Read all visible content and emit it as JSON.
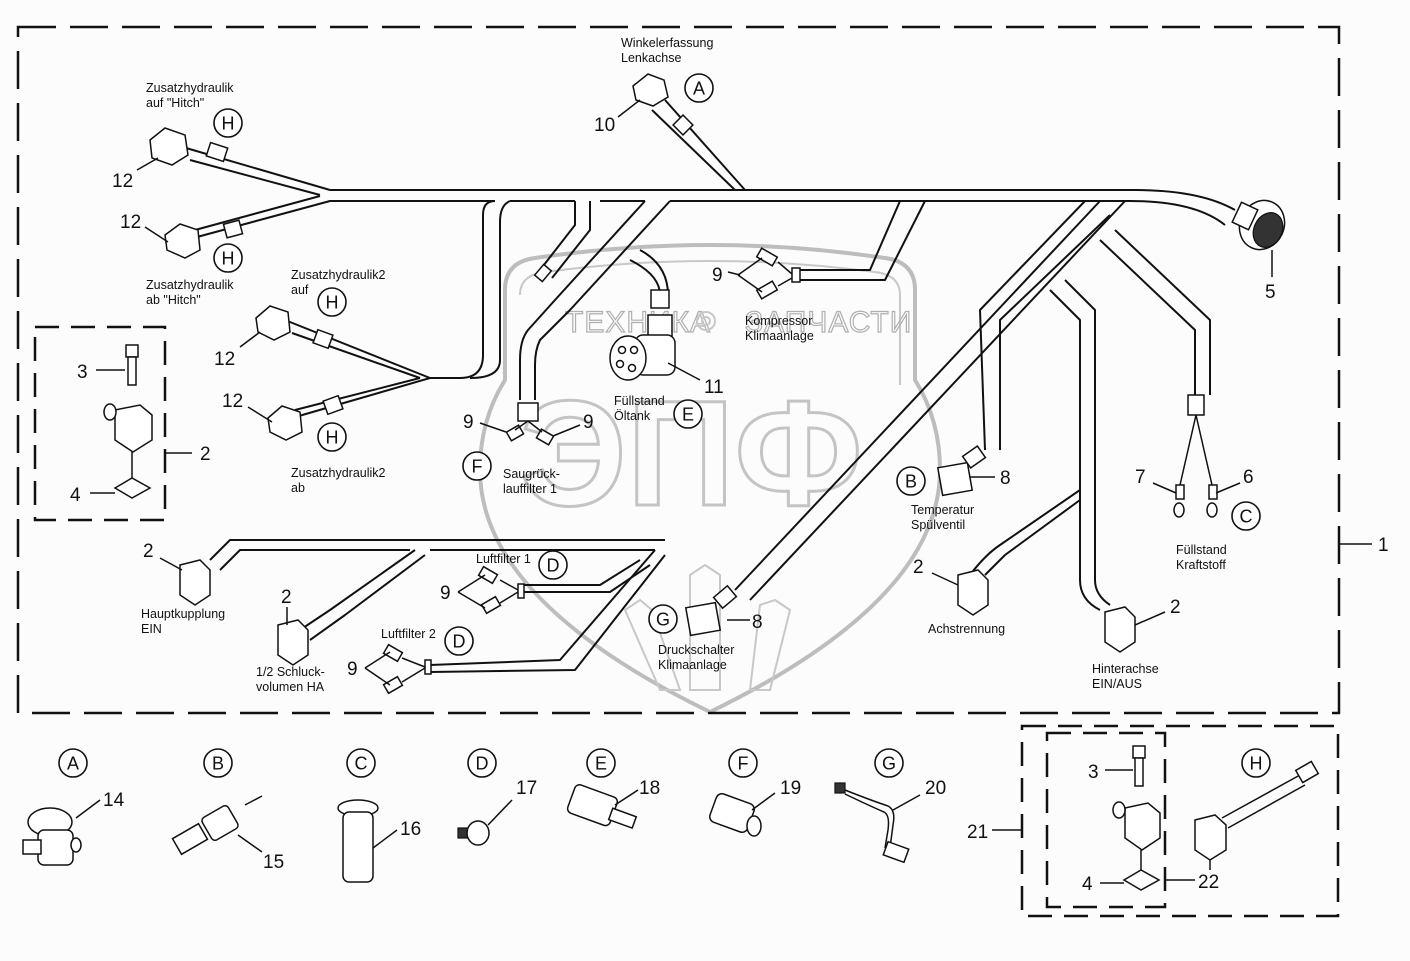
{
  "title": "Kabelbaum Hydraulik / Sensoren",
  "watermark": {
    "top_left": "ТЕХНИКА",
    "top_right": "ЗАПЧАСТИ",
    "big": "ЭПФ"
  },
  "main_assembly": {
    "callout": "1"
  },
  "callouts": {
    "c2_box": "2",
    "c3_box": "3",
    "c4_box": "4",
    "c5": "5",
    "c6": "6",
    "c7": "7",
    "c8_temp": "8",
    "c8_druck": "8",
    "c9_kompressor": "9",
    "c9_saug_left": "9",
    "c9_saug_right": "9",
    "c9_luft1": "9",
    "c9_luft2": "9",
    "c10": "10",
    "c11": "11",
    "c12_hitch_auf": "12",
    "c12_hitch_ab": "12",
    "c12_zh2_auf": "12",
    "c12_zh2_ab": "12",
    "c2_hauptkupplung": "2",
    "c2_schluck": "2",
    "c2_achs": "2",
    "c2_hinterachse": "2"
  },
  "labels": {
    "winkelerfassung": [
      "Winkelerfassung",
      "Lenkachse"
    ],
    "zh_auf_hitch": [
      "Zusatzhydraulik",
      "auf \"Hitch\""
    ],
    "zh_ab_hitch": [
      "Zusatzhydraulik",
      "ab \"Hitch\""
    ],
    "zh2_auf": [
      "Zusatzhydraulik2",
      "auf"
    ],
    "zh2_ab": [
      "Zusatzhydraulik2",
      "ab"
    ],
    "kompressor": [
      "Kompressor",
      "Klimaanlage"
    ],
    "fuellstand_oel": [
      "Füllstand",
      "Öltank"
    ],
    "saugrueck": [
      "Saugrück-",
      "lauffilter 1"
    ],
    "temperatur": [
      "Temperatur",
      "Spülventil"
    ],
    "fuellstand_kraftstoff": [
      "Füllstand",
      "Kraftstoff"
    ],
    "hauptkupplung": [
      "Hauptkupplung",
      "EIN"
    ],
    "schluckvolumen": [
      "1/2 Schluck-",
      "volumen HA"
    ],
    "luftfilter1": "Luftfilter 1",
    "luftfilter2": "Luftfilter 2",
    "druckschalter": [
      "Druckschalter",
      "Klimaanlage"
    ],
    "achstrennung": "Achstrennung",
    "hinterachse": [
      "Hinterachse",
      "EIN/AUS"
    ]
  },
  "reference_letters": {
    "A": "A",
    "B": "B",
    "C": "C",
    "D": "D",
    "E": "E",
    "F": "F",
    "G": "G",
    "H": "H"
  },
  "detail_parts": [
    {
      "letter": "A",
      "part": "14"
    },
    {
      "letter": "B",
      "part": "15"
    },
    {
      "letter": "C",
      "part": "16"
    },
    {
      "letter": "D",
      "part": "17"
    },
    {
      "letter": "E",
      "part": "18"
    },
    {
      "letter": "F",
      "part": "19"
    },
    {
      "letter": "G",
      "part": "20"
    }
  ],
  "kit_21": {
    "callout": "21",
    "inner_callouts": {
      "screw": "3",
      "seal": "4",
      "valve_plug": "22"
    },
    "letter": "H"
  }
}
